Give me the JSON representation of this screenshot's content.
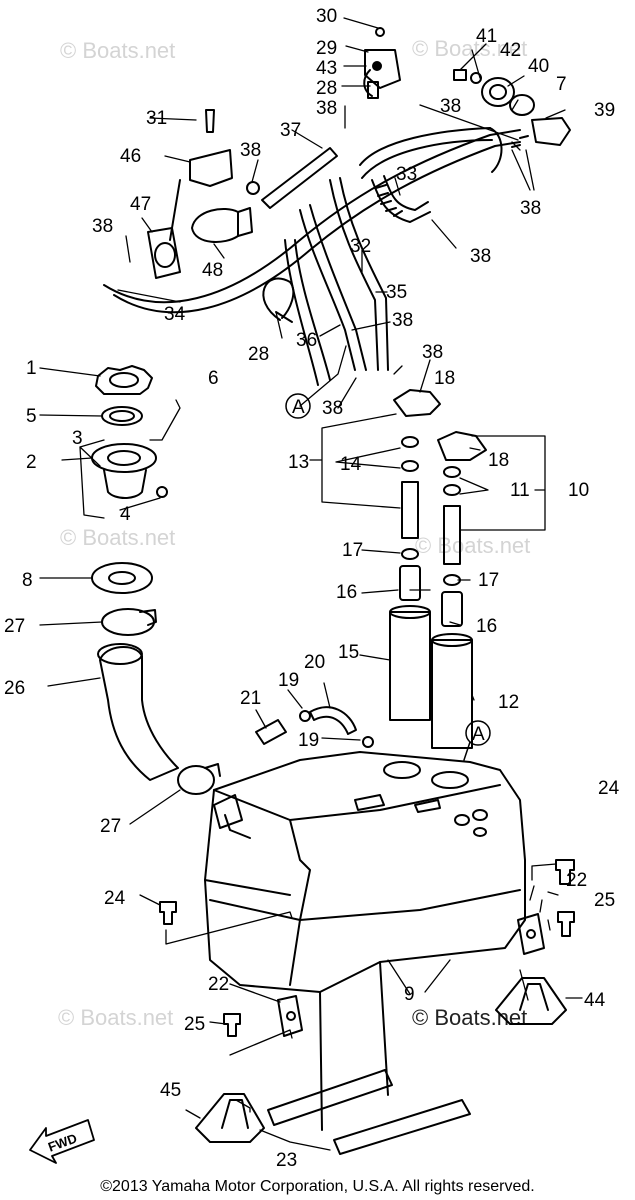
{
  "copyright": "©2013 Yamaha Motor Corporation, U.S.A. All rights reserved.",
  "watermark": "© Boats.net",
  "watermark_bold": "© Boats.net",
  "fwd_label": "FWD",
  "ref_marker": "A",
  "callouts": {
    "c1": "1",
    "c2": "2",
    "c3": "3",
    "c4": "4",
    "c5": "5",
    "c6": "6",
    "c7": "7",
    "c8": "8",
    "c9": "9",
    "c10": "10",
    "c11": "11",
    "c12": "12",
    "c13": "13",
    "c14": "14",
    "c15": "15",
    "c16a": "16",
    "c16b": "16",
    "c17a": "17",
    "c17b": "17",
    "c18a": "18",
    "c18b": "18",
    "c19a": "19",
    "c19b": "19",
    "c20": "20",
    "c21": "21",
    "c22a": "22",
    "c22b": "22",
    "c23": "23",
    "c24a": "24",
    "c24b": "24",
    "c25a": "25",
    "c25b": "25",
    "c26": "26",
    "c27a": "27",
    "c27b": "27",
    "c28a": "28",
    "c28b": "28",
    "c29": "29",
    "c30": "30",
    "c31": "31",
    "c32": "32",
    "c33": "33",
    "c34": "34",
    "c35": "35",
    "c36": "36",
    "c37": "37",
    "c38a": "38",
    "c38b": "38",
    "c38c": "38",
    "c38d": "38",
    "c38e": "38",
    "c38f": "38",
    "c38g": "38",
    "c38h": "38",
    "c38i": "38",
    "c39": "39",
    "c40": "40",
    "c41": "41",
    "c42": "42",
    "c43": "43",
    "c44": "44",
    "c45": "45",
    "c46": "46",
    "c47": "47",
    "c48": "48"
  }
}
